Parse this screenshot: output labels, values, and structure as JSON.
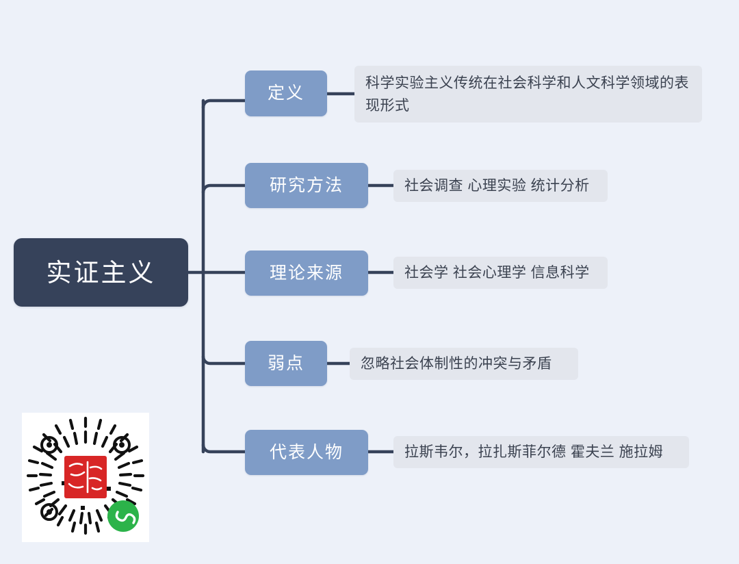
{
  "background_color": "#edf1f9",
  "mindmap": {
    "root": {
      "label": "实证主义",
      "color": "#36425a",
      "text_color": "#fdfdfe"
    },
    "branch_color": "#7f9cc7",
    "branch_text_color": "#ffffff",
    "leaf_color": "#e3e6ed",
    "leaf_text_color": "#3b4250",
    "connector_color": "#36425a",
    "branches": [
      {
        "label": "定义",
        "detail": "科学实验主义传统在社会科学和人文科学领域的表现形式",
        "detail_line1": "科学实验主义传统在社会科学和人文科学领域的",
        "detail_line2": "表现形式"
      },
      {
        "label": "研究方法",
        "detail": "社会调查 心理实验 统计分析"
      },
      {
        "label": "理论来源",
        "detail": "社会学 社会心理学 信息科学"
      },
      {
        "label": "弱点",
        "detail": "忽略社会体制性的冲突与矛盾"
      },
      {
        "label": "代表人物",
        "detail": "拉斯韦尔，拉扎斯菲尔德 霍夫兰 施拉姆"
      }
    ]
  },
  "qr_code": {
    "type": "wechat-miniprogram-qr",
    "seal_color": "#d82626",
    "badge_color": "#2cb34a",
    "panel_color": "#ffffff"
  }
}
